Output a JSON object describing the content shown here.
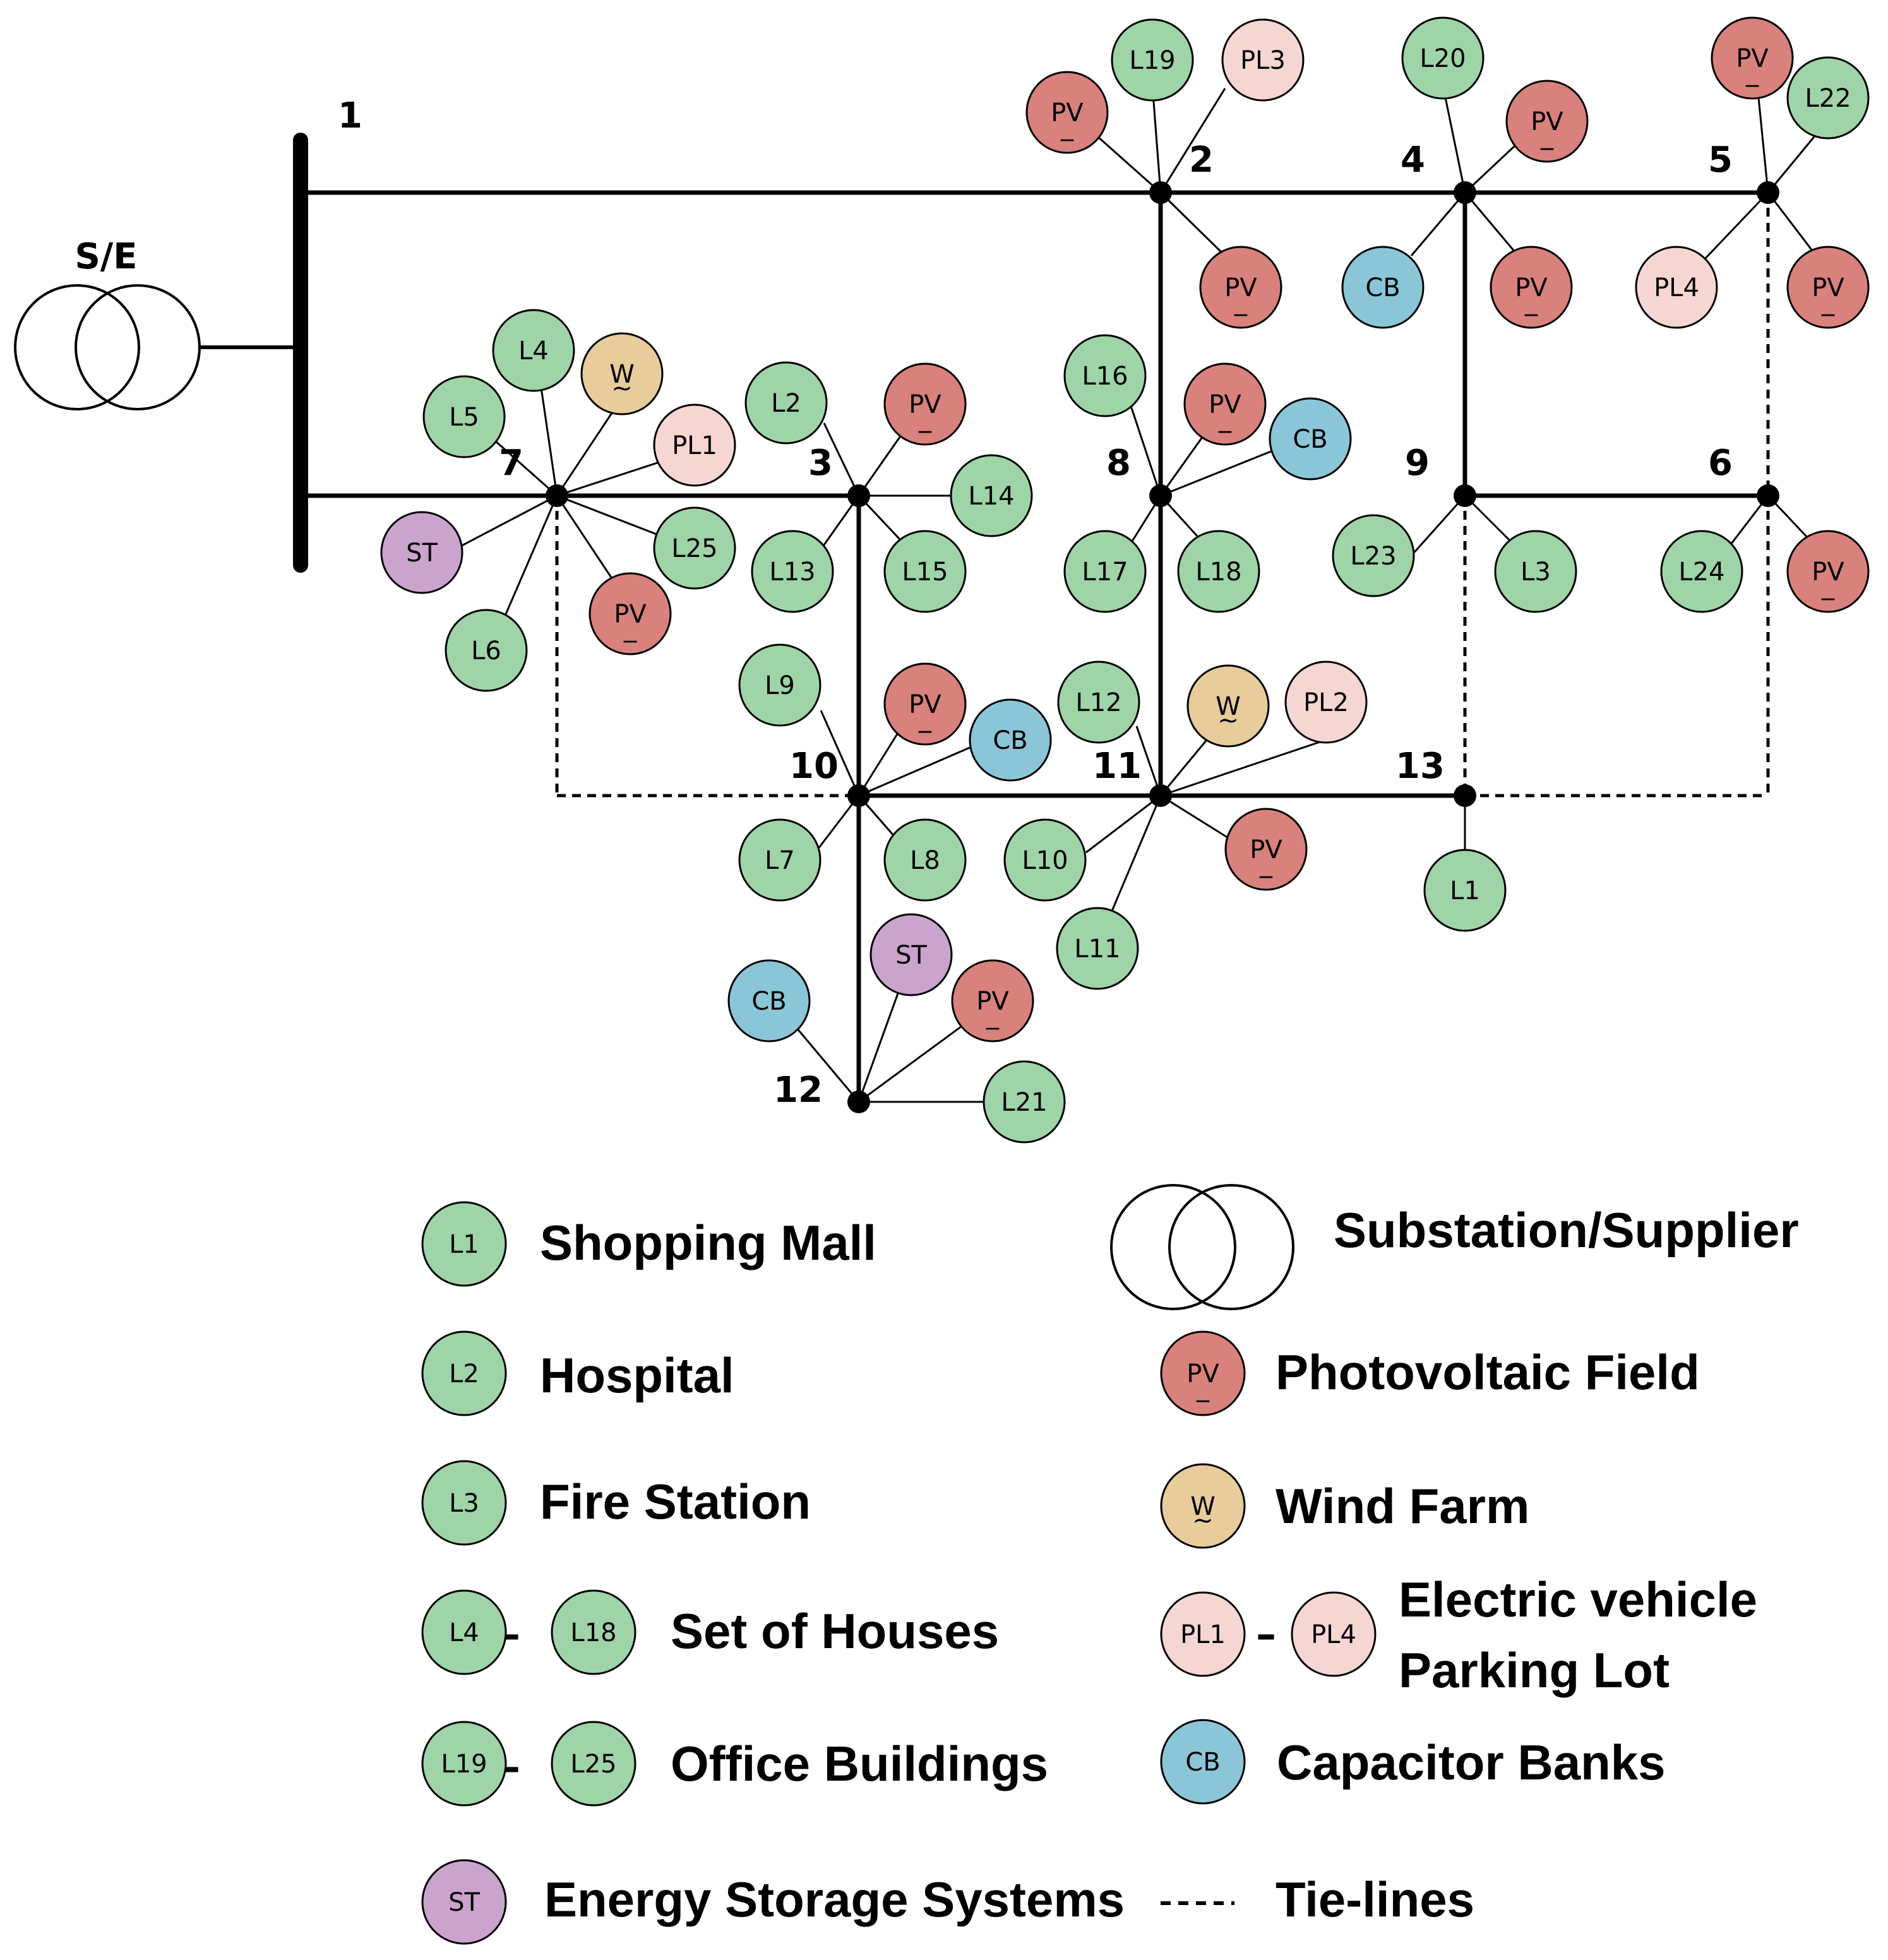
{
  "substation": {
    "label": "S/E"
  },
  "buses": [
    "1",
    "2",
    "3",
    "4",
    "5",
    "6",
    "7",
    "8",
    "9",
    "10",
    "11",
    "12",
    "13"
  ],
  "nodes": {
    "loads": [
      "L1",
      "L2",
      "L3",
      "L4",
      "L5",
      "L6",
      "L7",
      "L8",
      "L9",
      "L10",
      "L11",
      "L12",
      "L13",
      "L14",
      "L15",
      "L16",
      "L17",
      "L18",
      "L19",
      "L20",
      "L21",
      "L22",
      "L23",
      "L24",
      "L25"
    ],
    "pv_label": "PV",
    "wind_label": "W",
    "capacitor_label": "CB",
    "storage_label": "ST",
    "parking_lots": [
      "PL1",
      "PL2",
      "PL3",
      "PL4"
    ]
  },
  "legend": {
    "shopping_mall": {
      "symbol": "L1",
      "text": "Shopping Mall"
    },
    "hospital": {
      "symbol": "L2",
      "text": "Hospital"
    },
    "fire_station": {
      "symbol": "L3",
      "text": "Fire Station"
    },
    "houses": {
      "symbol_from": "L4",
      "symbol_to": "L18",
      "text": "Set of Houses"
    },
    "offices": {
      "symbol_from": "L19",
      "symbol_to": "L25",
      "text": "Office Buildings"
    },
    "storage": {
      "symbol": "ST",
      "text": "Energy Storage Systems"
    },
    "substation": {
      "text": "Substation/Supplier"
    },
    "pv": {
      "symbol": "PV",
      "text": "Photovoltaic Field"
    },
    "wind": {
      "symbol": "W",
      "text": "Wind Farm"
    },
    "ev": {
      "symbol_from": "PL1",
      "symbol_to": "PL4",
      "text_line1": "Electric vehicle",
      "text_line2": "Parking Lot"
    },
    "cb": {
      "symbol": "CB",
      "text": "Capacitor Banks"
    },
    "tie": {
      "text": "Tie-lines"
    },
    "dash_char": "–"
  },
  "colors": {
    "load": "#9fd4a8",
    "pv": "#d9817c",
    "wind": "#e8cc9c",
    "parking": "#f5d6d3",
    "capacitor": "#8ac6d8",
    "storage": "#caa4cc",
    "line": "#000000"
  }
}
